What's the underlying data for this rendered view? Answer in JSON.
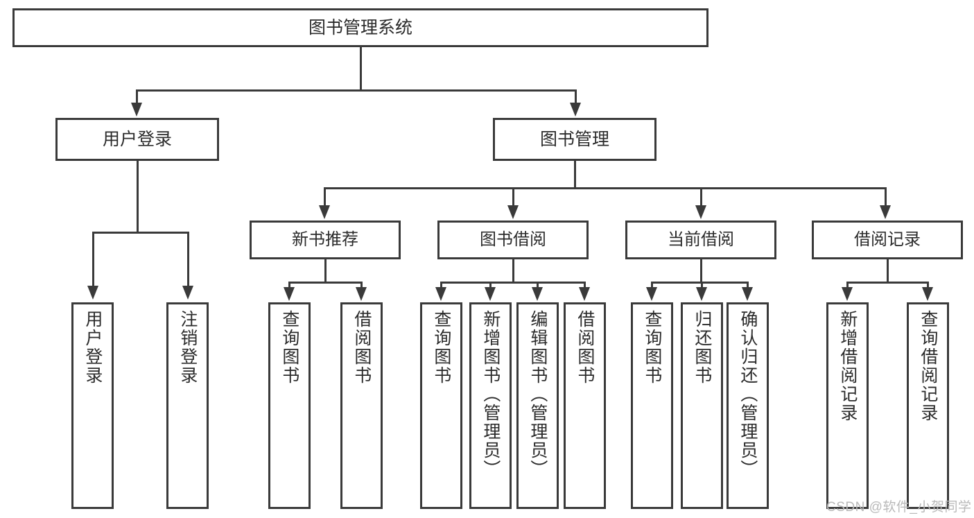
{
  "diagram": {
    "type": "tree-hierarchy-functional-decomposition",
    "root": {
      "label": "图书管理系统"
    },
    "level2": [
      {
        "label": "用户登录"
      },
      {
        "label": "图书管理"
      }
    ],
    "level3": [
      {
        "label": "新书推荐"
      },
      {
        "label": "图书借阅"
      },
      {
        "label": "当前借阅"
      },
      {
        "label": "借阅记录"
      }
    ],
    "leaves": {
      "user_login": [
        {
          "label": "用户登录"
        },
        {
          "label": "注销登录"
        }
      ],
      "new_book_recommend": [
        {
          "label": "查询图书"
        },
        {
          "label": "借阅图书"
        }
      ],
      "book_borrow": [
        {
          "label": "查询图书"
        },
        {
          "label": "新增图书（管理员）"
        },
        {
          "label": "编辑图书（管理员）"
        },
        {
          "label": "借阅图书"
        }
      ],
      "current_borrow": [
        {
          "label": "查询图书"
        },
        {
          "label": "归还图书"
        },
        {
          "label": "确认归还（管理员）"
        }
      ],
      "borrow_record": [
        {
          "label": "新增借阅记录"
        },
        {
          "label": "查询借阅记录"
        }
      ]
    },
    "watermark": "CSDN @软件_小贺同学",
    "colors": {
      "stroke": "#3a3a3a",
      "background": "#ffffff",
      "text": "#2b2b2b",
      "watermark": "#b9b9b9"
    }
  }
}
